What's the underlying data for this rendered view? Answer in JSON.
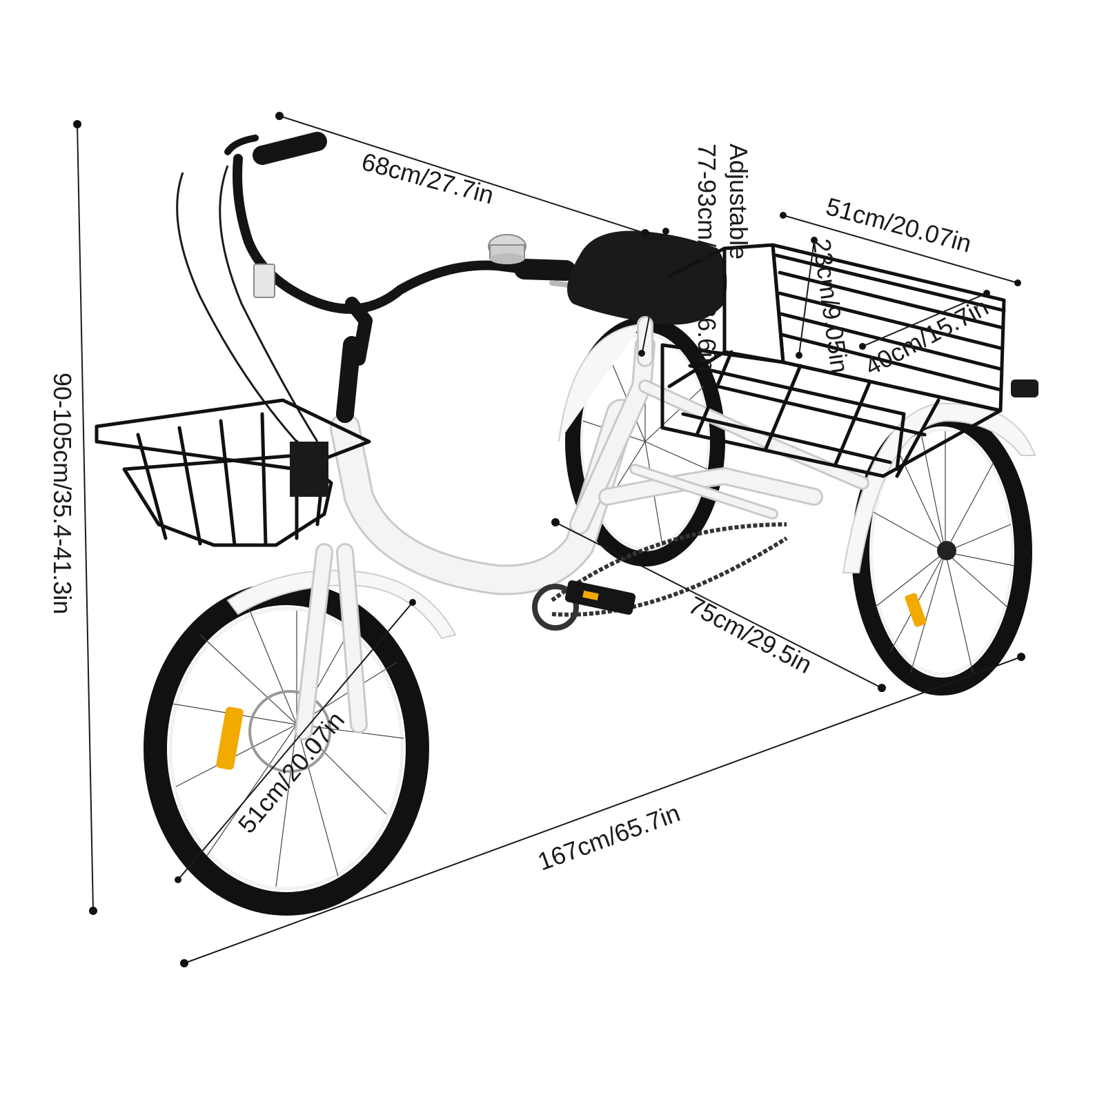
{
  "dimensions": {
    "handlebar_to_seat": "68cm/27.7in",
    "seat_height_label": "Adjustable",
    "seat_height_value": "77-93cm/30.3-36.6in",
    "basket_width": "51cm/20.07in",
    "basket_height": "23cm/9.05in",
    "basket_depth": "40cm/15.7in",
    "total_height": "90-105cm/35.4-41.3in",
    "wheelbase_width": "75cm/29.5in",
    "wheel_diameter": "51cm/20.07in",
    "total_length": "167cm/65.7in"
  },
  "colors": {
    "frame": "#f4f4f4",
    "tire": "#111111",
    "basket": "#111111",
    "reflector": "#f2a900",
    "line": "#1a1a1a"
  },
  "icons": [
    "tricycle-illustration",
    "front-basket-icon",
    "rear-basket-icon",
    "bell-icon",
    "saddle-icon",
    "pedal-icon"
  ]
}
